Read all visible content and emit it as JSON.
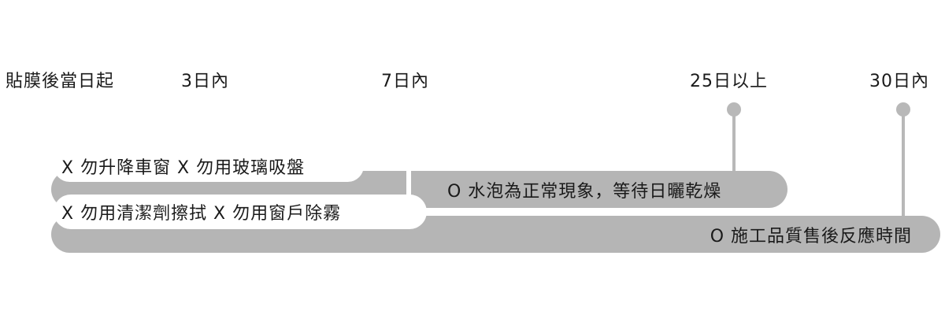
{
  "timeline": {
    "labels": [
      "貼膜後當日起",
      "3日內",
      "7日內",
      "25日以上",
      "30日內"
    ]
  },
  "bars": {
    "window_rules_1": "X 勿升降車窗 X 勿用玻璃吸盤",
    "bubbles": "O 水泡為正常現象，等待日曬乾燥",
    "window_rules_2": "X 勿用清潔劑擦拭 X 勿用窗戶除霧",
    "warranty": "O 施工品質售後反應時間"
  },
  "colors": {
    "bar_gray": "#b5b5b5",
    "pin_gray": "#b8b8b8",
    "text": "#1a1a1a",
    "background": "#ffffff"
  }
}
